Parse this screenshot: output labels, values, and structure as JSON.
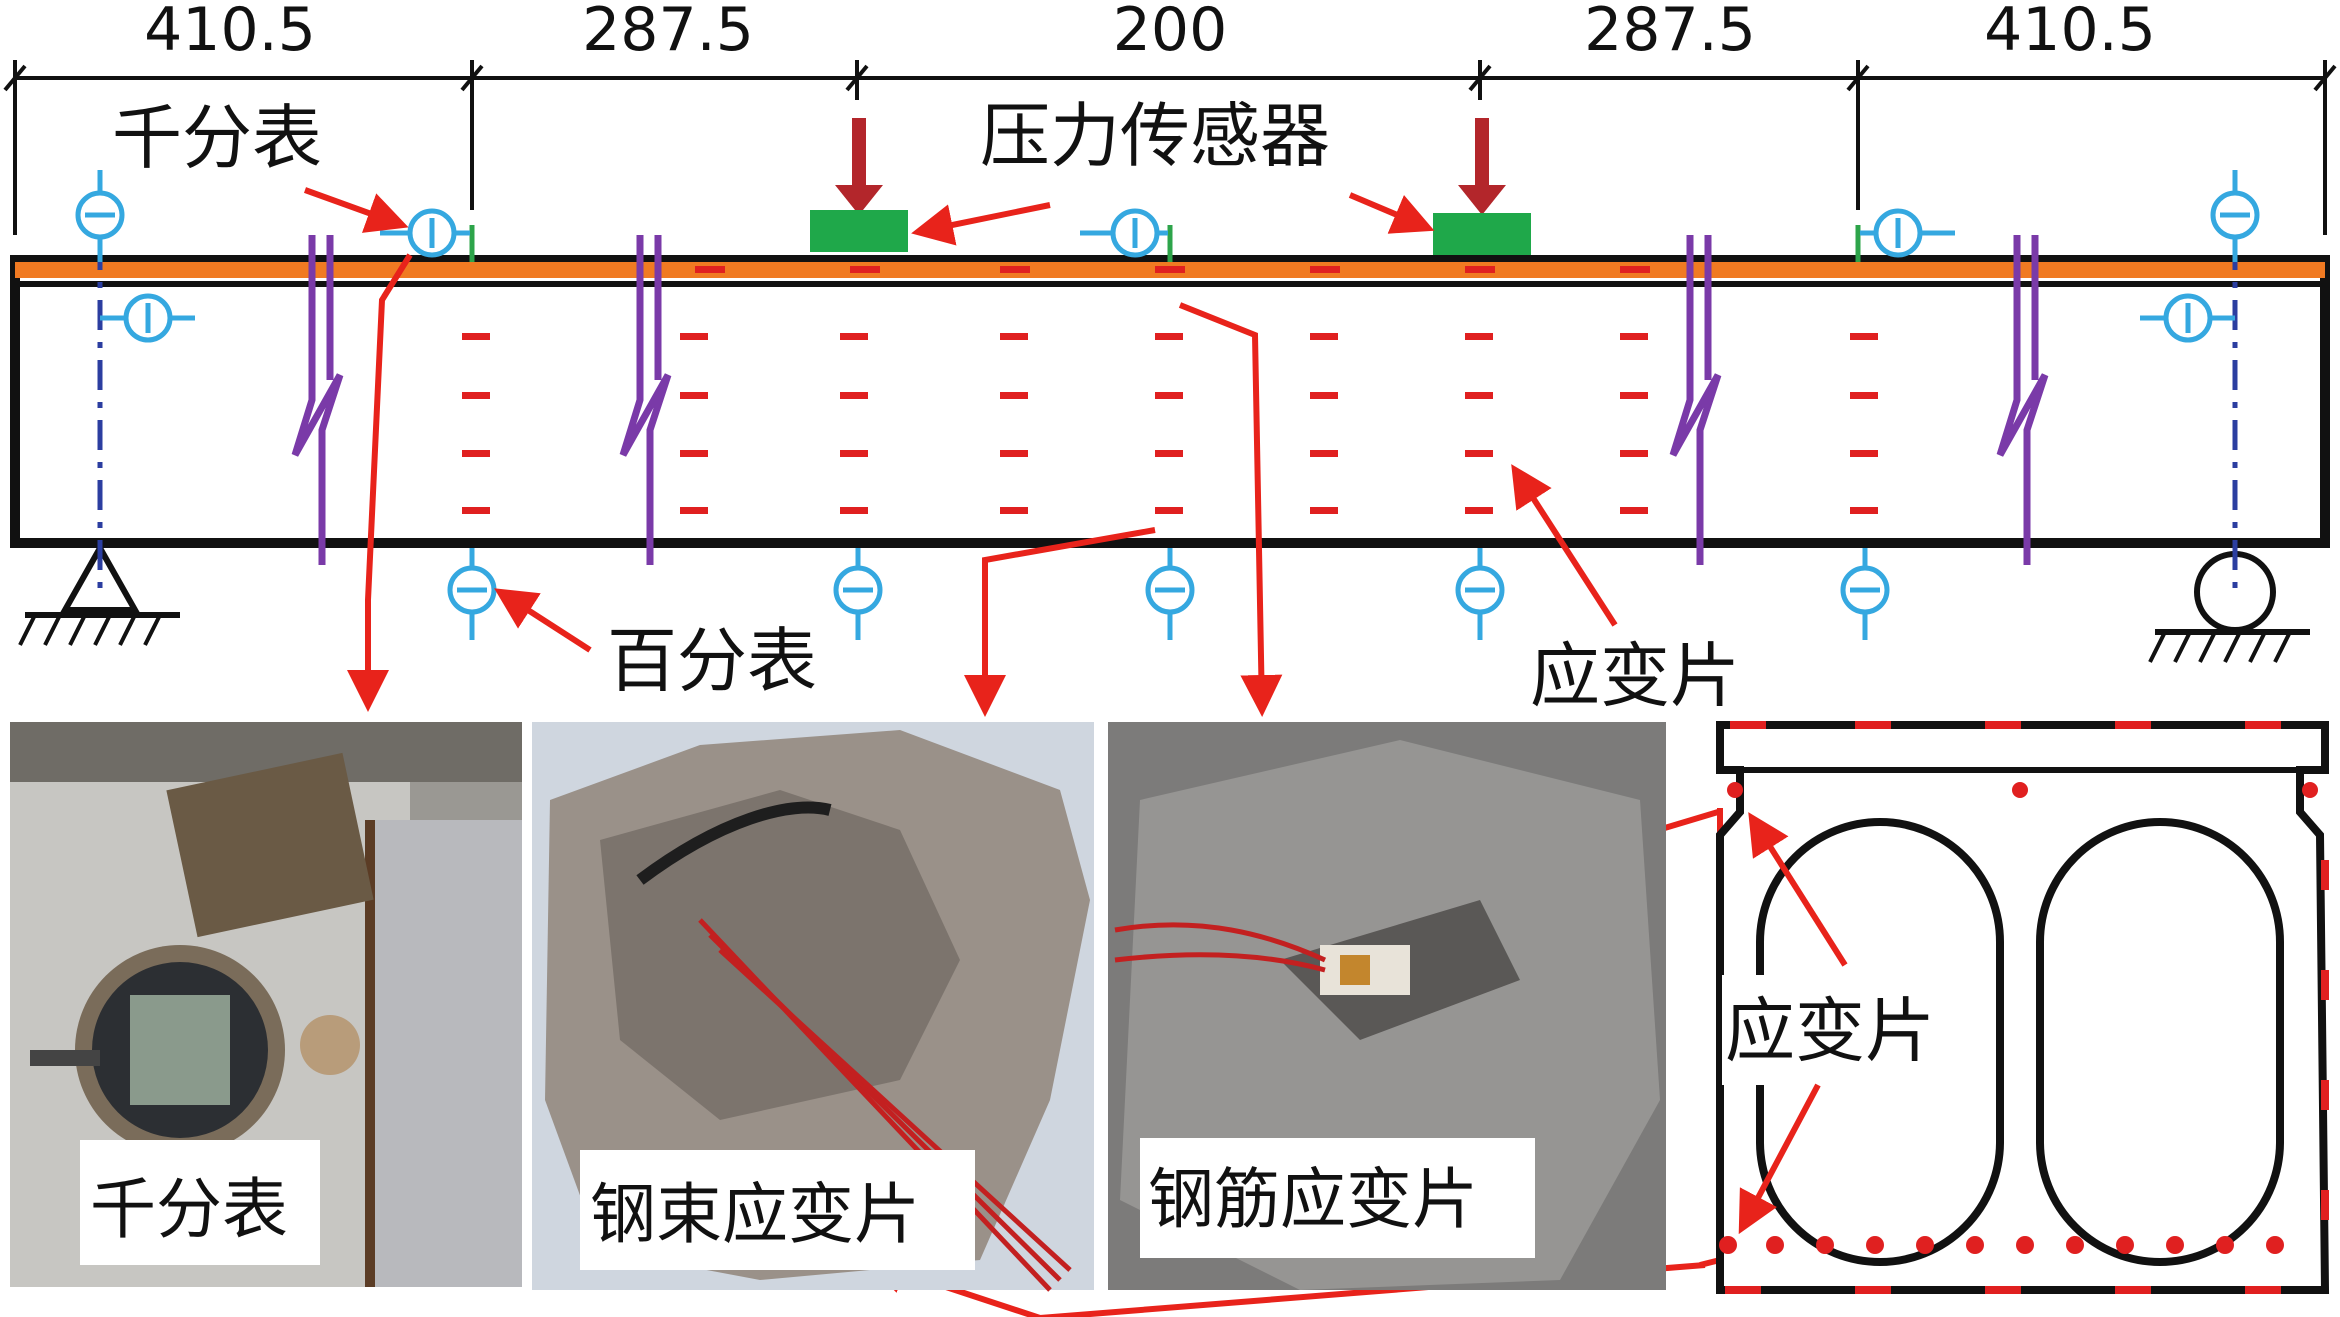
{
  "dimensions": [
    "410.5",
    "287.5",
    "200",
    "287.5",
    "410.5"
  ],
  "labels": {
    "dial_gauge_top": "千分表",
    "load_cell": "压力传感器",
    "dial_indicator": "百分表",
    "strain_gauge_beam": "应变片",
    "strain_gauge_section": "应变片"
  },
  "photos": {
    "dial_gauge": "千分表",
    "tendon_strain_gauge": "钢束应变片",
    "rebar_strain_gauge": "钢筋应变片"
  },
  "colors": {
    "outline": "#111111",
    "orange_strip": "#f07a22",
    "strain_red": "#e02020",
    "arrow_red": "#e8231b",
    "load_arrow": "#b3262b",
    "load_cell_green": "#1fa84a",
    "gauge_blue": "#35a8e0",
    "axis_blue": "#2b3ea0",
    "break_purple": "#7a3aa8",
    "gauge_green": "#2da44a"
  }
}
